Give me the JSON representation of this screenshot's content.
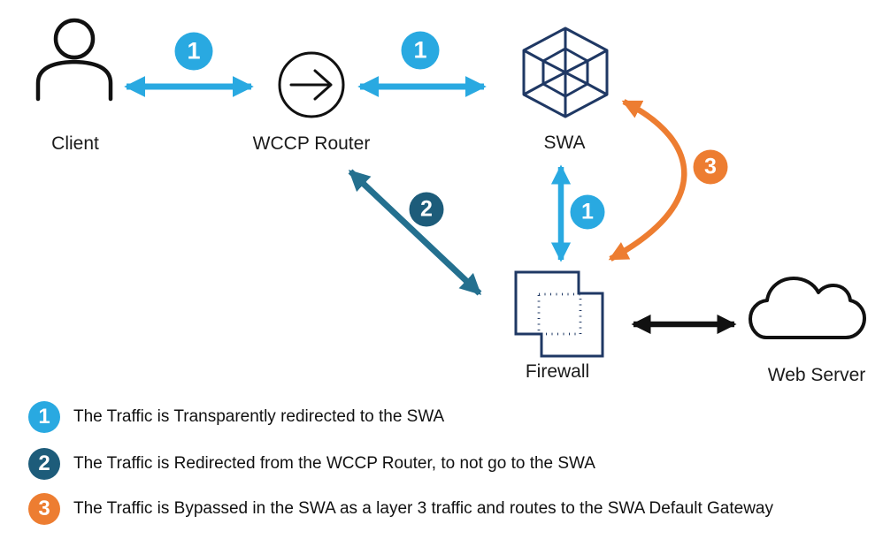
{
  "diagram": {
    "nodes": {
      "client": {
        "label": "Client"
      },
      "wccp_router": {
        "label": "WCCP Router"
      },
      "swa": {
        "label": "SWA"
      },
      "firewall": {
        "label": "Firewall"
      },
      "web_server": {
        "label": "Web Server"
      }
    },
    "badges": {
      "client_router": "1",
      "router_swa": "1",
      "swa_firewall": "1",
      "router_firewall": "2",
      "swa_bypass": "3"
    },
    "connections": [
      {
        "from": "Client",
        "to": "WCCP Router",
        "style": "light-blue double arrow",
        "badge": "1"
      },
      {
        "from": "WCCP Router",
        "to": "SWA",
        "style": "light-blue double arrow",
        "badge": "1"
      },
      {
        "from": "SWA",
        "to": "Firewall",
        "style": "light-blue double arrow",
        "badge": "1"
      },
      {
        "from": "WCCP Router",
        "to": "Firewall",
        "style": "teal double arrow",
        "badge": "2"
      },
      {
        "from": "SWA",
        "to": "Firewall",
        "style": "orange curved double arrow",
        "badge": "3"
      },
      {
        "from": "Firewall",
        "to": "Web Server",
        "style": "black double arrow",
        "badge": ""
      }
    ]
  },
  "legend": {
    "items": [
      {
        "num": "1",
        "text": "The Traffic is Transparently redirected to the SWA",
        "color": "#29A9E1"
      },
      {
        "num": "2",
        "text": "The Traffic is Redirected from the WCCP Router, to not go to the SWA",
        "color": "#1D5C7A"
      },
      {
        "num": "3",
        "text": "The Traffic is Bypassed in the SWA as a layer 3 traffic and routes to the SWA Default Gateway",
        "color": "#ED7D31"
      }
    ]
  },
  "colors": {
    "light_blue": "#29A9E1",
    "teal_arrow": "#24708F",
    "badge_teal": "#1D5C7A",
    "orange": "#ED7D31",
    "icon_navy": "#1F3864",
    "black": "#111111"
  }
}
